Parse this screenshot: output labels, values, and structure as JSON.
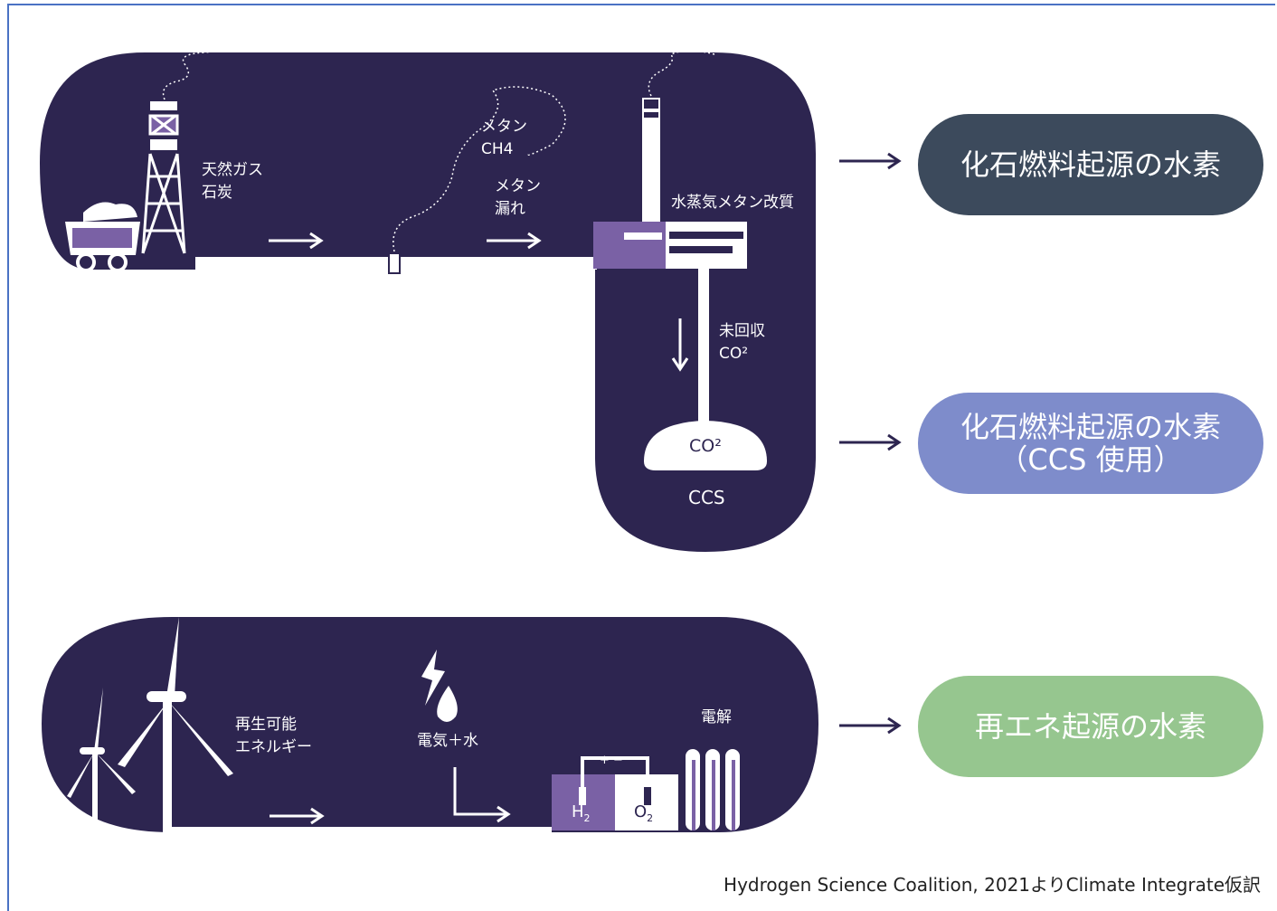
{
  "colors": {
    "background": "#2d2550",
    "pill_fossil": "#3c4a5c",
    "pill_ccs": "#7e8ccb",
    "pill_renewable": "#96c68f",
    "accent_purple": "#7a61a5"
  },
  "top": {
    "source_label": "天然ガス\n石炭",
    "methane_label": "メタン\nCH4",
    "leak_label": "メタン\n漏れ",
    "smr_label": "水蒸気メタン改質",
    "uncaptured_label": "未回収\nCO²",
    "storage_label": "CO²",
    "ccs_label": "CCS"
  },
  "bottom": {
    "renewable_label": "再生可能\nエネルギー",
    "input_label": "電気＋水",
    "electrolysis_label": "電解",
    "h2": "H",
    "h2_sub": "2",
    "o2": "O",
    "o2_sub": "2",
    "plus_minus": "+ −"
  },
  "outcomes": {
    "fossil": "化石燃料起源の水素",
    "ccs": "化石燃料起源の水素\n（CCS 使用）",
    "renewable": "再エネ起源の水素"
  },
  "credit": "Hydrogen Science Coalition, 2021よりClimate Integrate仮訳"
}
